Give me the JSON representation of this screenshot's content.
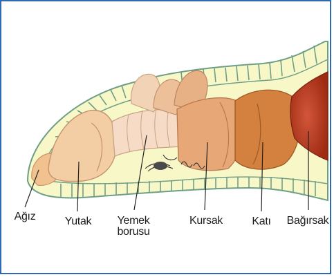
{
  "colors": {
    "frame": "#2f6ab0",
    "body_fill": "#f8f7c8",
    "segment_line": "#6e9f86",
    "mouth": "#f1c28f",
    "pharynx": "#f3cda4",
    "esophagus": "#f6dcc7",
    "crop": "#e7a777",
    "gizzard": "#d4813f",
    "intestine": "#b3391c",
    "nerve_cord": "#3a3a3a"
  },
  "labels": {
    "mouth": "Ağız",
    "pharynx": "Yutak",
    "esophagus_line1": "Yemek",
    "esophagus_line2": "borusu",
    "crop": "Kursak",
    "gizzard": "Katı",
    "intestine": "Bağırsak"
  }
}
